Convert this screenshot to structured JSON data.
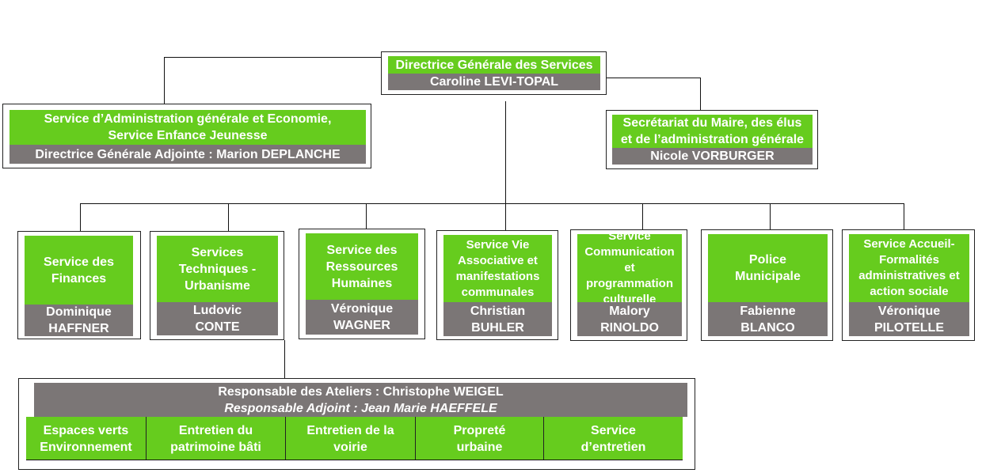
{
  "top": {
    "title": "Directrice Générale des Services",
    "name": "Caroline LEVI-TOPAL"
  },
  "left": {
    "title": "Service d’Administration générale et Economie,\nService Enfance Jeunesse",
    "name": "Directrice Générale Adjointe : Marion DEPLANCHE"
  },
  "right": {
    "title": "Secrétariat du Maire, des élus\net de l’administration générale",
    "name": "Nicole VORBURGER"
  },
  "services": [
    {
      "title": "Service des\nFinances",
      "name": "Dominique\nHAFFNER"
    },
    {
      "title": "Services\nTechniques -\nUrbanisme",
      "name": "Ludovic\nCONTE"
    },
    {
      "title": "Service des\nRessources\nHumaines",
      "name": "Véronique\nWAGNER"
    },
    {
      "title": "Service Vie\nAssociative et\nmanifestations\ncommunales",
      "name": "Christian\nBUHLER"
    },
    {
      "title": "Service\nCommunication\net programmation\nculturelle",
      "name": "Malory\nRINOLDO"
    },
    {
      "title": "Police\nMunicipale",
      "name": "Fabienne\nBLANCO"
    },
    {
      "title": "Service Accueil-\nFormalités\nadministratives et\naction sociale",
      "name": "Véronique\nPILOTELLE"
    }
  ],
  "ateliers": {
    "responsable": "Responsable des Ateliers : Christophe WEIGEL",
    "adjoint": "Responsable Adjoint : Jean Marie HAEFFELE",
    "units": [
      "Espaces verts\nEnvironnement",
      "Entretien du\npatrimoine bâti",
      "Entretien de la\nvoirie",
      "Propreté\nurbaine",
      "Service\nd’entretien"
    ]
  },
  "colors": {
    "green": "#66cc1e",
    "grey": "#7b7676",
    "line": "#111111"
  }
}
